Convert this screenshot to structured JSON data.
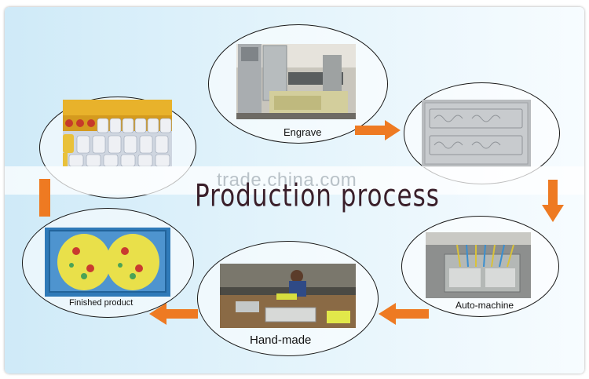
{
  "title": "Production process",
  "watermark": "trade.china.com",
  "steps": {
    "engrave": "Engrave",
    "auto_machine": "Auto-machine",
    "hand_made": "Hand-made",
    "finished_product": "Finished product"
  },
  "colors": {
    "arrow": "#ee7a22",
    "background": "#d6eef9",
    "ellipse_border": "#1a1a1a"
  }
}
